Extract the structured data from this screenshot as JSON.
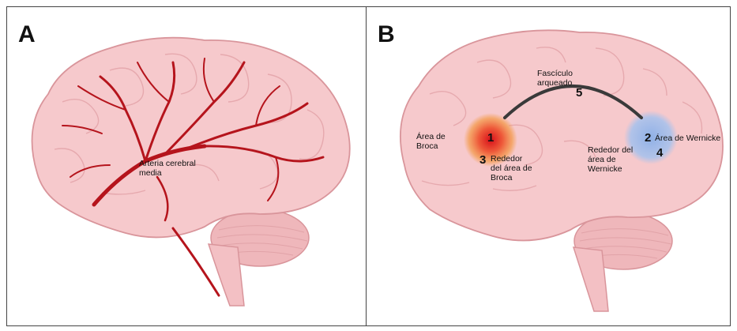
{
  "panels": [
    {
      "letter": "A",
      "labels": {
        "artery": "Arteria cerebral\nmedia"
      }
    },
    {
      "letter": "B",
      "labels": {
        "fasciculus": "Fascículo\narqueado",
        "broca": "Área de\nBroca",
        "wernicke": "Área de Wernicke",
        "peri_broca": "Rededor\ndel área de\nBroca",
        "peri_wernicke": "Rededor del\nárea de\nWernicke"
      },
      "numbers": {
        "broca": "1",
        "wernicke": "2",
        "peri_broca": "3",
        "peri_wernicke": "4",
        "fasciculus": "5"
      }
    }
  ],
  "colors": {
    "brain_fill": "#f6c9cc",
    "brain_stroke": "#d9959b",
    "gyri": "#e6a9ae",
    "cerebellum": "#efb7bb",
    "artery": "#b5141c",
    "broca_core": "#d8101a",
    "broca_halo": "#f4a05a",
    "wernicke": "#9fb9e6",
    "fasciculus": "#3a3a3a"
  }
}
